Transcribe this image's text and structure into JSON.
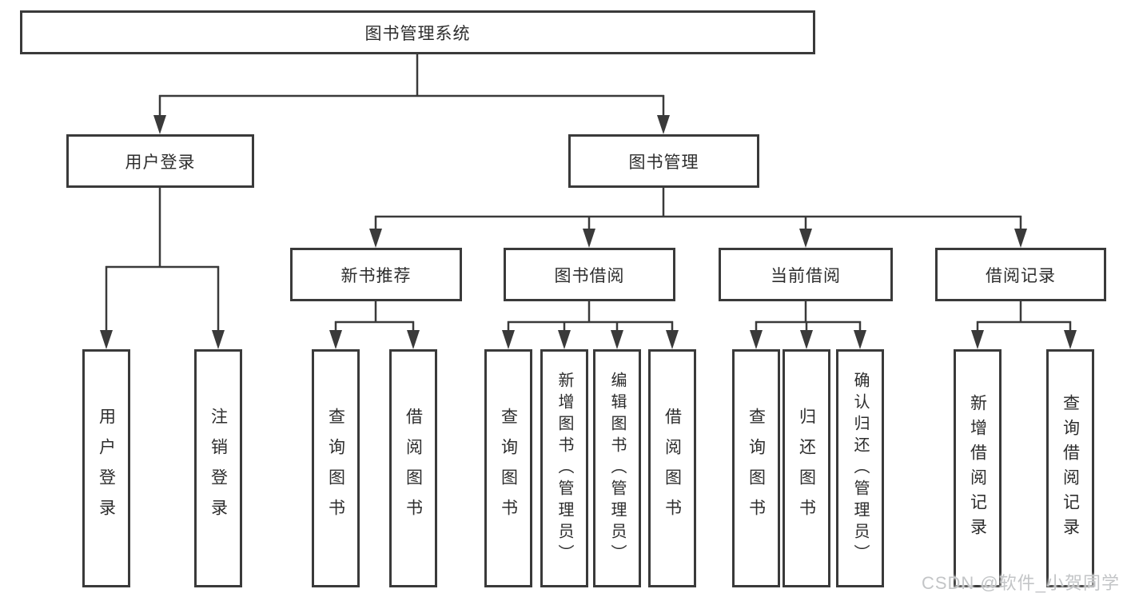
{
  "nodes": {
    "root": "图书管理系统",
    "user_login": "用户登录",
    "book_mgmt": "图书管理",
    "new_book_rec": "新书推荐",
    "book_borrow": "图书借阅",
    "current_borrow": "当前借阅",
    "borrow_records": "借阅记录",
    "leaf_user_login": "用户登录",
    "leaf_logout": "注销登录",
    "leaf_query_books_rec": "查询图书",
    "leaf_borrow_books_rec": "借阅图书",
    "leaf_query_books_borrow": "查询图书",
    "leaf_add_books_admin": "新增图书（管理员）",
    "leaf_edit_books_admin": "编辑图书（管理员）",
    "leaf_borrow_books_borrow": "借阅图书",
    "leaf_query_books_current": "查询图书",
    "leaf_return_books": "归还图书",
    "leaf_confirm_return_admin": "确认归还（管理员）",
    "leaf_add_borrow_record": "新增借阅记录",
    "leaf_query_borrow_record": "查询借阅记录"
  },
  "watermark": "CSDN @软件_小贺同学",
  "colors": {
    "line": "#3a3a3a",
    "box_border": "#3a3a3a",
    "text": "#2d2d2d",
    "watermark": "#c3c5c7",
    "background": "#ffffff"
  }
}
